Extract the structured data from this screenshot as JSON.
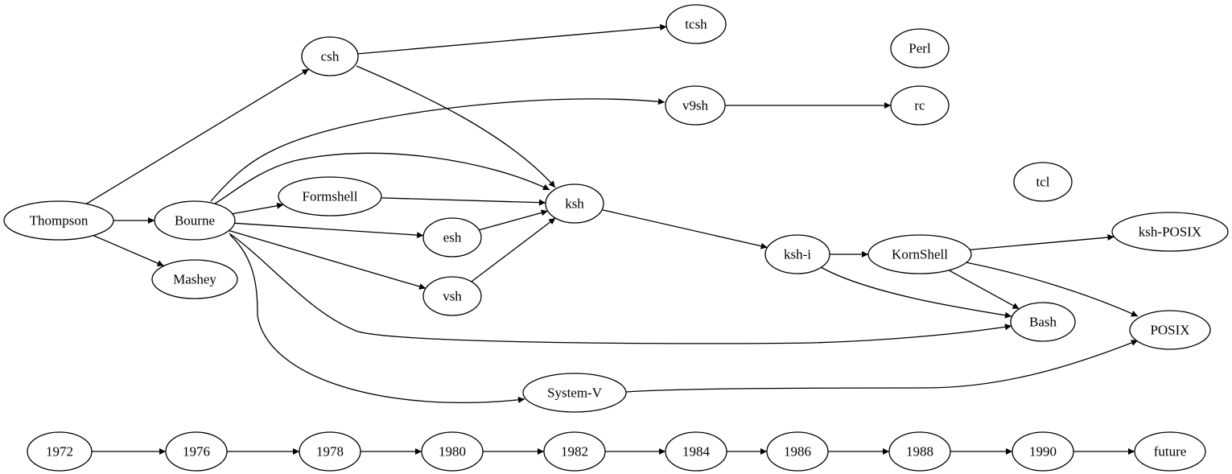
{
  "nodes": [
    {
      "id": "Thompson",
      "label": "Thompson"
    },
    {
      "id": "Bourne",
      "label": "Bourne"
    },
    {
      "id": "Mashey",
      "label": "Mashey"
    },
    {
      "id": "csh",
      "label": "csh"
    },
    {
      "id": "tcsh",
      "label": "tcsh"
    },
    {
      "id": "Perl",
      "label": "Perl"
    },
    {
      "id": "v9sh",
      "label": "v9sh"
    },
    {
      "id": "rc",
      "label": "rc"
    },
    {
      "id": "Formshell",
      "label": "Formshell"
    },
    {
      "id": "ksh",
      "label": "ksh"
    },
    {
      "id": "tcl",
      "label": "tcl"
    },
    {
      "id": "esh",
      "label": "esh"
    },
    {
      "id": "vsh",
      "label": "vsh"
    },
    {
      "id": "ksh-i",
      "label": "ksh-i"
    },
    {
      "id": "KornShell",
      "label": "KornShell"
    },
    {
      "id": "ksh-POSIX",
      "label": "ksh-POSIX"
    },
    {
      "id": "Bash",
      "label": "Bash"
    },
    {
      "id": "POSIX",
      "label": "POSIX"
    },
    {
      "id": "System-V",
      "label": "System-V"
    },
    {
      "id": "1972",
      "label": "1972"
    },
    {
      "id": "1976",
      "label": "1976"
    },
    {
      "id": "1978",
      "label": "1978"
    },
    {
      "id": "1980",
      "label": "1980"
    },
    {
      "id": "1982",
      "label": "1982"
    },
    {
      "id": "1984",
      "label": "1984"
    },
    {
      "id": "1986",
      "label": "1986"
    },
    {
      "id": "1988",
      "label": "1988"
    },
    {
      "id": "1990",
      "label": "1990"
    },
    {
      "id": "future",
      "label": "future"
    }
  ],
  "edges": [
    [
      "Thompson",
      "Bourne"
    ],
    [
      "Thompson",
      "csh"
    ],
    [
      "Thompson",
      "Mashey"
    ],
    [
      "csh",
      "tcsh"
    ],
    [
      "csh",
      "ksh"
    ],
    [
      "Bourne",
      "v9sh"
    ],
    [
      "Bourne",
      "ksh"
    ],
    [
      "Bourne",
      "Formshell"
    ],
    [
      "Bourne",
      "esh"
    ],
    [
      "Bourne",
      "vsh"
    ],
    [
      "Bourne",
      "Bash"
    ],
    [
      "Bourne",
      "System-V"
    ],
    [
      "v9sh",
      "rc"
    ],
    [
      "Formshell",
      "ksh"
    ],
    [
      "esh",
      "ksh"
    ],
    [
      "vsh",
      "ksh"
    ],
    [
      "ksh",
      "ksh-i"
    ],
    [
      "ksh-i",
      "KornShell"
    ],
    [
      "ksh-i",
      "Bash"
    ],
    [
      "KornShell",
      "ksh-POSIX"
    ],
    [
      "KornShell",
      "Bash"
    ],
    [
      "KornShell",
      "POSIX"
    ],
    [
      "System-V",
      "POSIX"
    ],
    [
      "1972",
      "1976"
    ],
    [
      "1976",
      "1978"
    ],
    [
      "1978",
      "1980"
    ],
    [
      "1980",
      "1982"
    ],
    [
      "1982",
      "1984"
    ],
    [
      "1984",
      "1986"
    ],
    [
      "1986",
      "1988"
    ],
    [
      "1988",
      "1990"
    ],
    [
      "1990",
      "future"
    ]
  ]
}
